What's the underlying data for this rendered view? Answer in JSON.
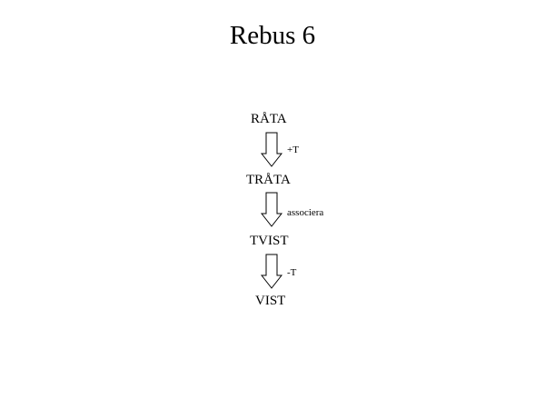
{
  "title": "Rebus 6",
  "steps": [
    {
      "word": "RÅTA"
    },
    {
      "word": "TRÅTA"
    },
    {
      "word": "TVIST"
    },
    {
      "word": "VIST"
    }
  ],
  "operations": [
    {
      "label": "+T",
      "icon": "down-arrow-icon"
    },
    {
      "label": "associera",
      "icon": "down-arrow-icon"
    },
    {
      "label": "-T",
      "icon": "down-arrow-icon"
    }
  ]
}
